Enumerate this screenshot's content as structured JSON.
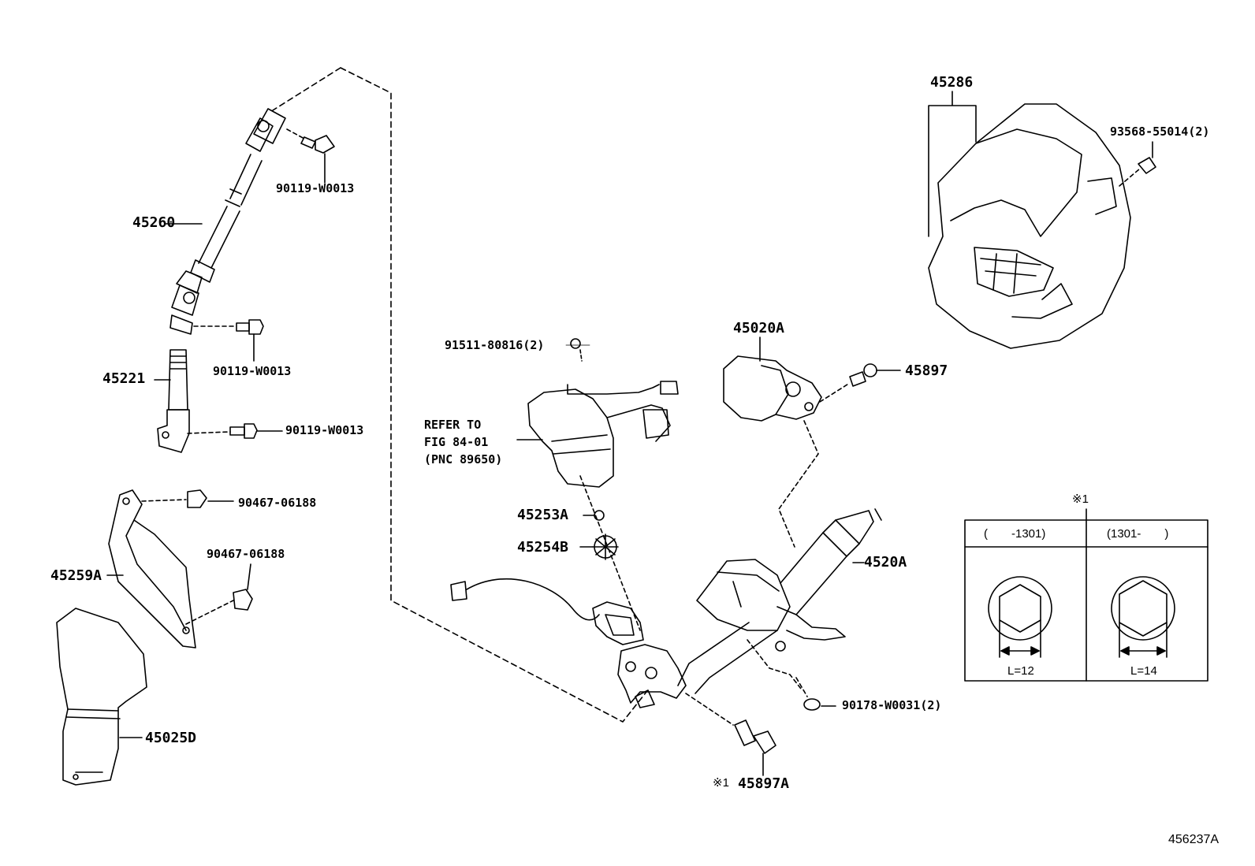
{
  "diagram_id": "456237A",
  "callouts": {
    "p45286": "45286",
    "p93568": "93568-55014(2)",
    "p90119_a": "90119-W0013",
    "p45260": "45260",
    "p90119_b": "90119-W0013",
    "p45221": "45221",
    "p90119_c": "90119-W0013",
    "p90467_a": "90467-06188",
    "p90467_b": "90467-06188",
    "p45259A": "45259A",
    "p45025D": "45025D",
    "p91511": "91511-80816(2)",
    "refer_line1": "REFER TO",
    "refer_line2": "FIG 84-01",
    "refer_line3": "(PNC 89650)",
    "p45253A": "45253A",
    "p45254B": "45254B",
    "p45020A": "45020A",
    "p45897": "45897",
    "p4520A": "4520A",
    "p90178": "90178-W0031(2)",
    "p45897A_mark": "※1",
    "p45897A": "45897A"
  },
  "note_table": {
    "marker": "※1",
    "columns": [
      {
        "header": "(　　-1301)",
        "dimension": "L=12"
      },
      {
        "header": "(1301-　　)",
        "dimension": "L=14"
      }
    ]
  }
}
